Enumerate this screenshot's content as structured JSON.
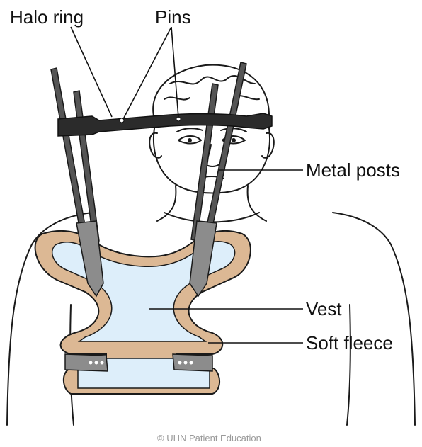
{
  "labels": {
    "halo_ring": "Halo ring",
    "pins": "Pins",
    "metal_posts": "Metal posts",
    "vest": "Vest",
    "soft_fleece": "Soft fleece"
  },
  "credit": "© UHN Patient Education",
  "colors": {
    "vest_fill": "#ddeefa",
    "fleece_fill": "#dcb894",
    "post_fill": "#555555",
    "strap_fill": "#8c8c8c",
    "ring_fill": "#2b2b2b",
    "line": "#111111"
  }
}
